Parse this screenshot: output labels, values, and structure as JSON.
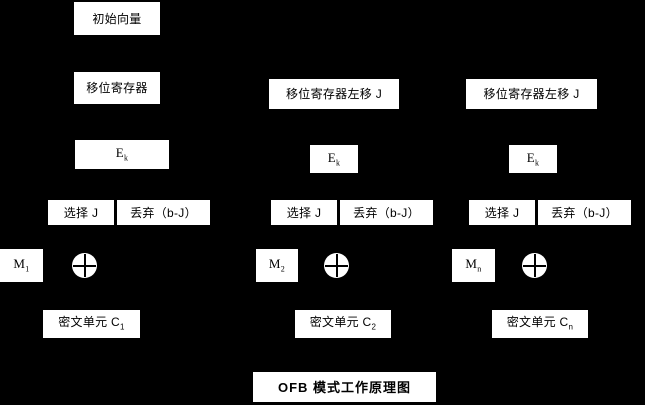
{
  "diagram": {
    "title": "OFB 模式工作原理图",
    "background_color": "#000000",
    "box_color": "#ffffff",
    "text_color": "#000000",
    "columns": [
      {
        "id": "col-1",
        "iv_label": "初始向量",
        "shift_register_label": "移位寄存器",
        "encrypt_label": "E",
        "encrypt_subscript": "k",
        "select_label": "选择 J",
        "discard_label": "丢弃（b-J）",
        "plaintext_label": "M",
        "plaintext_subscript": "1",
        "xor_symbol": "xor-circle",
        "ciphertext_label": "密文单元 C",
        "ciphertext_subscript": "1"
      },
      {
        "id": "col-2",
        "shift_register_label": "移位寄存器左移 J",
        "encrypt_label": "E",
        "encrypt_subscript": "k",
        "select_label": "选择 J",
        "discard_label": "丢弃（b-J）",
        "plaintext_label": "M",
        "plaintext_subscript": "2",
        "xor_symbol": "xor-circle",
        "ciphertext_label": "密文单元 C",
        "ciphertext_subscript": "2"
      },
      {
        "id": "col-3",
        "shift_register_label": "移位寄存器左移 J",
        "encrypt_label": "E",
        "encrypt_subscript": "k",
        "select_label": "选择 J",
        "discard_label": "丢弃（b-J）",
        "plaintext_label": "M",
        "plaintext_subscript": "n",
        "xor_symbol": "xor-circle",
        "ciphertext_label": "密文单元 C",
        "ciphertext_subscript": "n"
      }
    ]
  }
}
